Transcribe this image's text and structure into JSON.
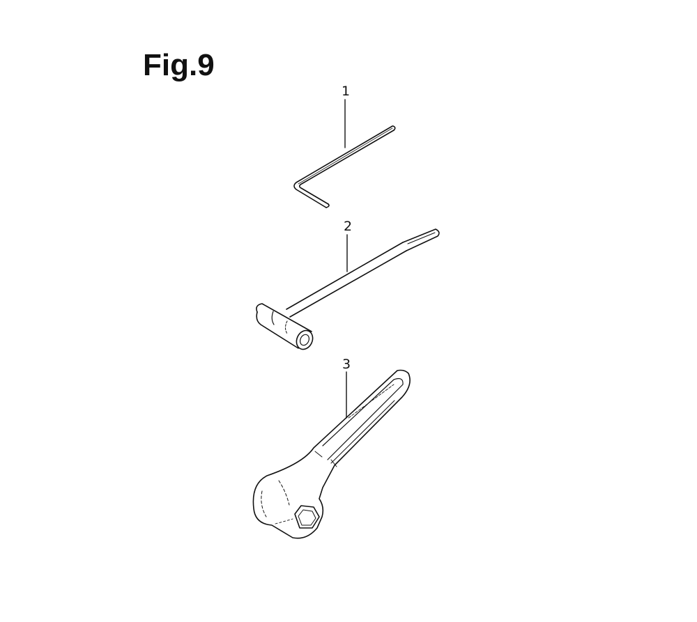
{
  "figure": {
    "title": "Fig.9"
  },
  "parts": [
    {
      "number": "1",
      "icon": "hex-key-icon"
    },
    {
      "number": "2",
      "icon": "spark-plug-wrench-icon"
    },
    {
      "number": "3",
      "icon": "combination-wrench-icon"
    }
  ],
  "colors": {
    "ink": "#111111",
    "background": "#ffffff"
  }
}
